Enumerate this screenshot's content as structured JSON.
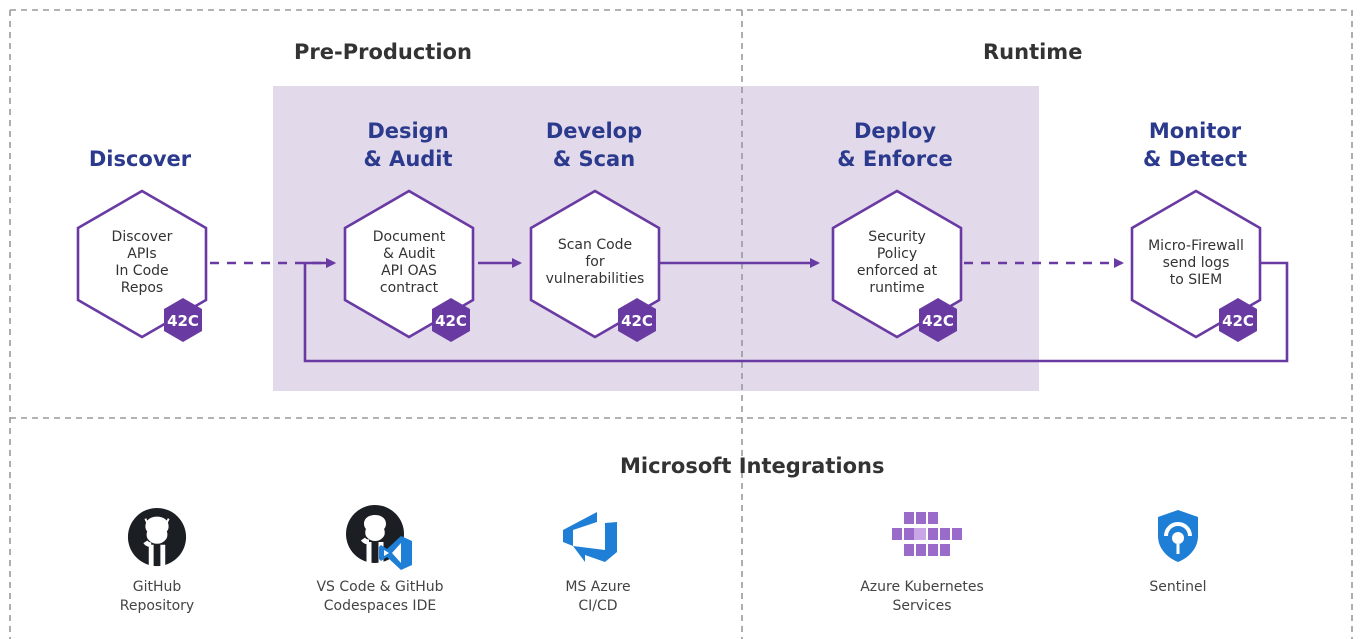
{
  "colors": {
    "accent": "#6a3aa3",
    "stage_title": "#2b3a8c",
    "highlight_band": "#e2d9eb",
    "dashed_border": "#9a9a9a",
    "azure_blue": "#1f7fd6",
    "k8s_purple": "#9b6bc9"
  },
  "sections": {
    "pre_production": "Pre-Production",
    "runtime": "Runtime",
    "integrations": "Microsoft  Integrations"
  },
  "stages": [
    {
      "title": "Discover",
      "text": "Discover\nAPIs\nIn Code\nRepos",
      "badge": "42C"
    },
    {
      "title": "Design\n& Audit",
      "text": "Document\n& Audit\nAPI OAS\ncontract",
      "badge": "42C"
    },
    {
      "title": "Develop\n& Scan",
      "text": "Scan Code\nfor\nvulnerabilities",
      "badge": "42C"
    },
    {
      "title": "Deploy\n& Enforce",
      "text": "Security\nPolicy\nenforced at\nruntime",
      "badge": "42C"
    },
    {
      "title": "Monitor\n& Detect",
      "text": "Micro-Firewall\nsend logs\nto SIEM",
      "badge": "42C"
    }
  ],
  "integrations": [
    {
      "icon": "github-icon",
      "label": "GitHub\nRepository"
    },
    {
      "icon": "github-vscode-icon",
      "label": "VS Code & GitHub\nCodespaces IDE"
    },
    {
      "icon": "azure-devops-icon",
      "label": "MS Azure\nCI/CD"
    },
    {
      "icon": "kubernetes-icon",
      "label": "Azure Kubernetes\nServices"
    },
    {
      "icon": "sentinel-icon",
      "label": "Sentinel"
    }
  ]
}
